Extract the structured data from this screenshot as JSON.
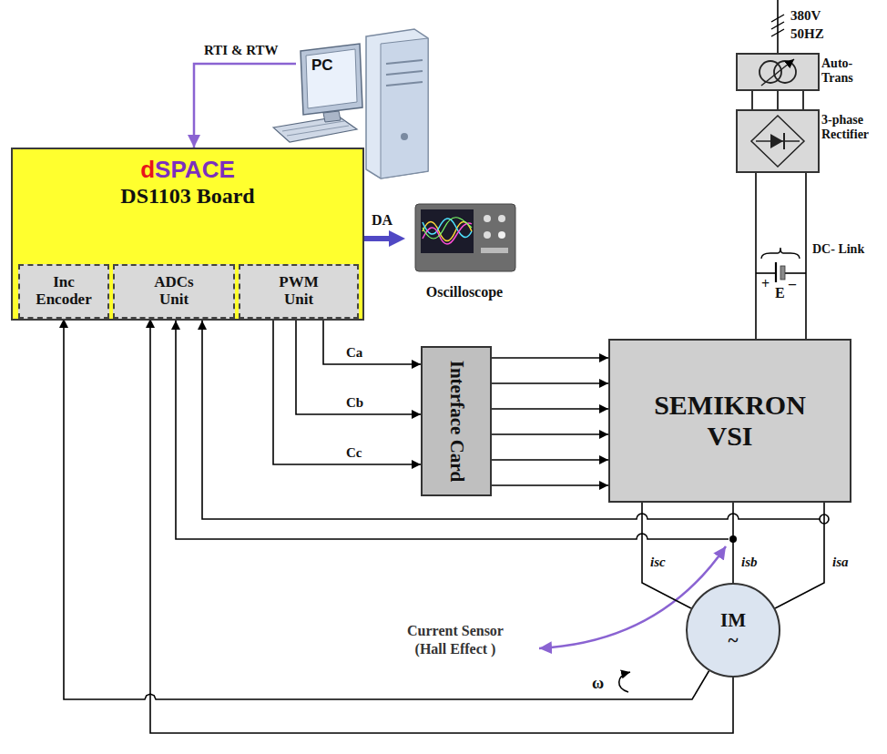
{
  "diagram": {
    "nodes": [
      {
        "text": [
          "PC"
        ]
      },
      {
        "text": [
          "dSPACE",
          "DS1103 Board"
        ]
      },
      {
        "text": [
          "Inc Encoder"
        ],
        "in": 1
      },
      {
        "text": [
          "ADCs Unit"
        ],
        "in": 1
      },
      {
        "text": [
          "PWM Unit"
        ],
        "in": 1
      },
      {
        "text": [
          "Oscilloscope"
        ]
      },
      {
        "text": [
          "Auto-Trans"
        ]
      },
      {
        "text": [
          "3-phase Rectifier"
        ]
      },
      {
        "text": [
          "Interface Card"
        ]
      },
      {
        "text": [
          "SEMIKRON VSI"
        ]
      },
      {
        "text": [
          "IM",
          "~"
        ]
      }
    ],
    "edges": [
      {
        "from": 0,
        "to": 1,
        "arrow": "to",
        "label": "RTI & RTW"
      },
      {
        "from": 1,
        "to": 5,
        "arrow": "to",
        "label": "DA"
      },
      {
        "from": 6,
        "to": 7,
        "arrow": "none"
      },
      {
        "from": 7,
        "to": 9,
        "arrow": "none"
      },
      {
        "from": 4,
        "to": 8,
        "arrow": "to",
        "label": "Ca"
      },
      {
        "from": 4,
        "to": 8,
        "arrow": "to",
        "label": "Cb"
      },
      {
        "from": 4,
        "to": 8,
        "arrow": "to",
        "label": "Cc"
      },
      {
        "from": 8,
        "to": 9,
        "arrow": "to"
      },
      {
        "from": 8,
        "to": 9,
        "arrow": "to"
      },
      {
        "from": 8,
        "to": 9,
        "arrow": "to"
      },
      {
        "from": 8,
        "to": 9,
        "arrow": "to"
      },
      {
        "from": 8,
        "to": 9,
        "arrow": "to"
      },
      {
        "from": 8,
        "to": 9,
        "arrow": "to"
      },
      {
        "from": 9,
        "to": 10,
        "arrow": "none",
        "label": "isc"
      },
      {
        "from": 9,
        "to": 10,
        "arrow": "none",
        "label": "isb"
      },
      {
        "from": 9,
        "to": 10,
        "arrow": "none",
        "label": "isa"
      },
      {
        "from": 10,
        "to": 2,
        "arrow": "to"
      },
      {
        "from": 10,
        "to": 3,
        "arrow": "to"
      }
    ],
    "labels": [
      "380V",
      "50HZ",
      "DC- Link",
      "+",
      "E",
      "–",
      "Current Sensor",
      "(Hall Effect )",
      "ω"
    ]
  }
}
